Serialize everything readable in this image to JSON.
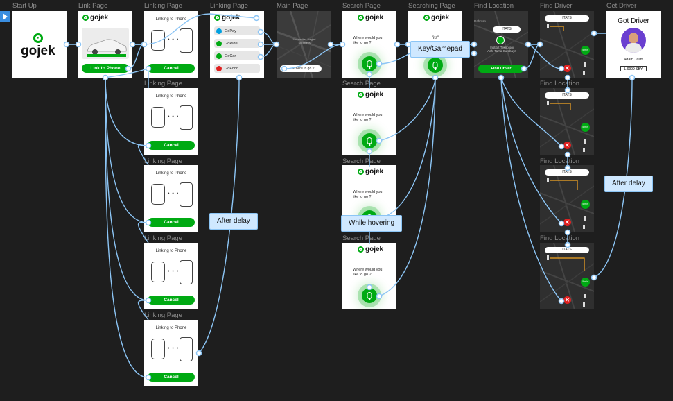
{
  "frames": {
    "start_up": "Start Up",
    "link_page": "Link Page",
    "linking_page": "Linking Page",
    "linking_page_obscured": "Linking Page",
    "main_page": "Main Page",
    "search_page": "Search Page",
    "searching_page": "Searching Page",
    "find_location": "Find Location",
    "find_driver": "Find Driver",
    "find_location_obscured": "Find Location",
    "get_driver": "Get Driver"
  },
  "brand": {
    "logo": "gojek",
    "accent": "#00aa13",
    "connector_color": "#8cc5f5"
  },
  "link_page": {
    "button": "Link to Phone"
  },
  "linking": {
    "title": "Linking to Phone",
    "cancel": "Cancel",
    "dots": "• • •"
  },
  "linking_menu": {
    "items": [
      "GoPay",
      "GoRide",
      "GoCar",
      "GoFood"
    ]
  },
  "main_page": {
    "search_placeholder": "Where to go ?",
    "map_label": "Universitas Negeri Surabaya"
  },
  "search_page": {
    "prompt_line1": "Where would you",
    "prompt_line2": "like to go ?"
  },
  "searching_page": {
    "query": "\"its\""
  },
  "find_location": {
    "search_value": "ITATS",
    "location_line1": "Institut Teknologi",
    "location_line2": "Adhi Tama Surabaya",
    "button": "Find Driver",
    "map_label": "Rahman"
  },
  "find_driver": {
    "search_value": "ITATS",
    "close_icon_label": "✕",
    "badge_text": "5 min"
  },
  "get_driver": {
    "title": "Got Driver",
    "name": "Adam Jalim",
    "plate": "L 9999 SBY"
  },
  "tooltips": {
    "key_gamepad": "Key/Gamepad",
    "after_delay_left": "After delay",
    "while_hovering": "While hovering",
    "after_delay_right": "After delay"
  }
}
